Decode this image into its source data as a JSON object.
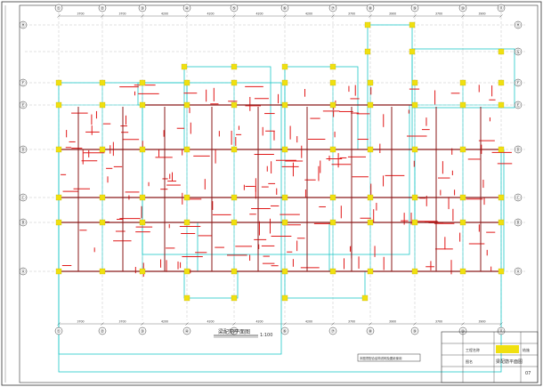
{
  "drawing": {
    "title": "梁配筋平面图",
    "scale": "1:100",
    "subtitle_label": "梁配筋平面图",
    "stamp_text": "本图须配合结构说明及图纸使用"
  },
  "grid": {
    "columns_top": [
      "①",
      "②",
      "③",
      "④",
      "⑤",
      "⑥",
      "⑦",
      "⑧",
      "⑨",
      "⑩",
      "⑪"
    ],
    "columns_bottom": [
      "①",
      "②",
      "③",
      "④",
      "⑤",
      "⑥",
      "⑦",
      "⑧",
      "⑨",
      "⑩",
      "⑪"
    ],
    "rows_left": [
      "Ⓗ",
      "Ⓕ",
      "Ⓔ",
      "Ⓓ",
      "Ⓒ",
      "Ⓑ",
      "Ⓐ"
    ],
    "rows_right": [
      "Ⓗ",
      "Ⓖ",
      "Ⓕ",
      "Ⓔ",
      "Ⓓ",
      "Ⓒ",
      "Ⓑ",
      "Ⓐ"
    ],
    "top_dims": [
      "3700",
      "3700",
      "4200",
      "4200",
      "4200",
      "4200",
      "3700",
      "3900",
      "3700",
      "3900"
    ],
    "bottom_dims": [
      "3700",
      "3700",
      "4200",
      "4200",
      "4200",
      "4200",
      "3700",
      "3900",
      "3700",
      "3900"
    ]
  },
  "title_block": {
    "project_label": "工程名称",
    "drawing_label": "图名",
    "sheet_label": "结施",
    "number": "07"
  },
  "colors": {
    "grid_line": "#9a9a9a",
    "beam_outline": "#1fc8c8",
    "rebar": "#e01818",
    "column": "#f0e010",
    "dark_beam": "#8b1a1a",
    "frame": "#222222"
  }
}
